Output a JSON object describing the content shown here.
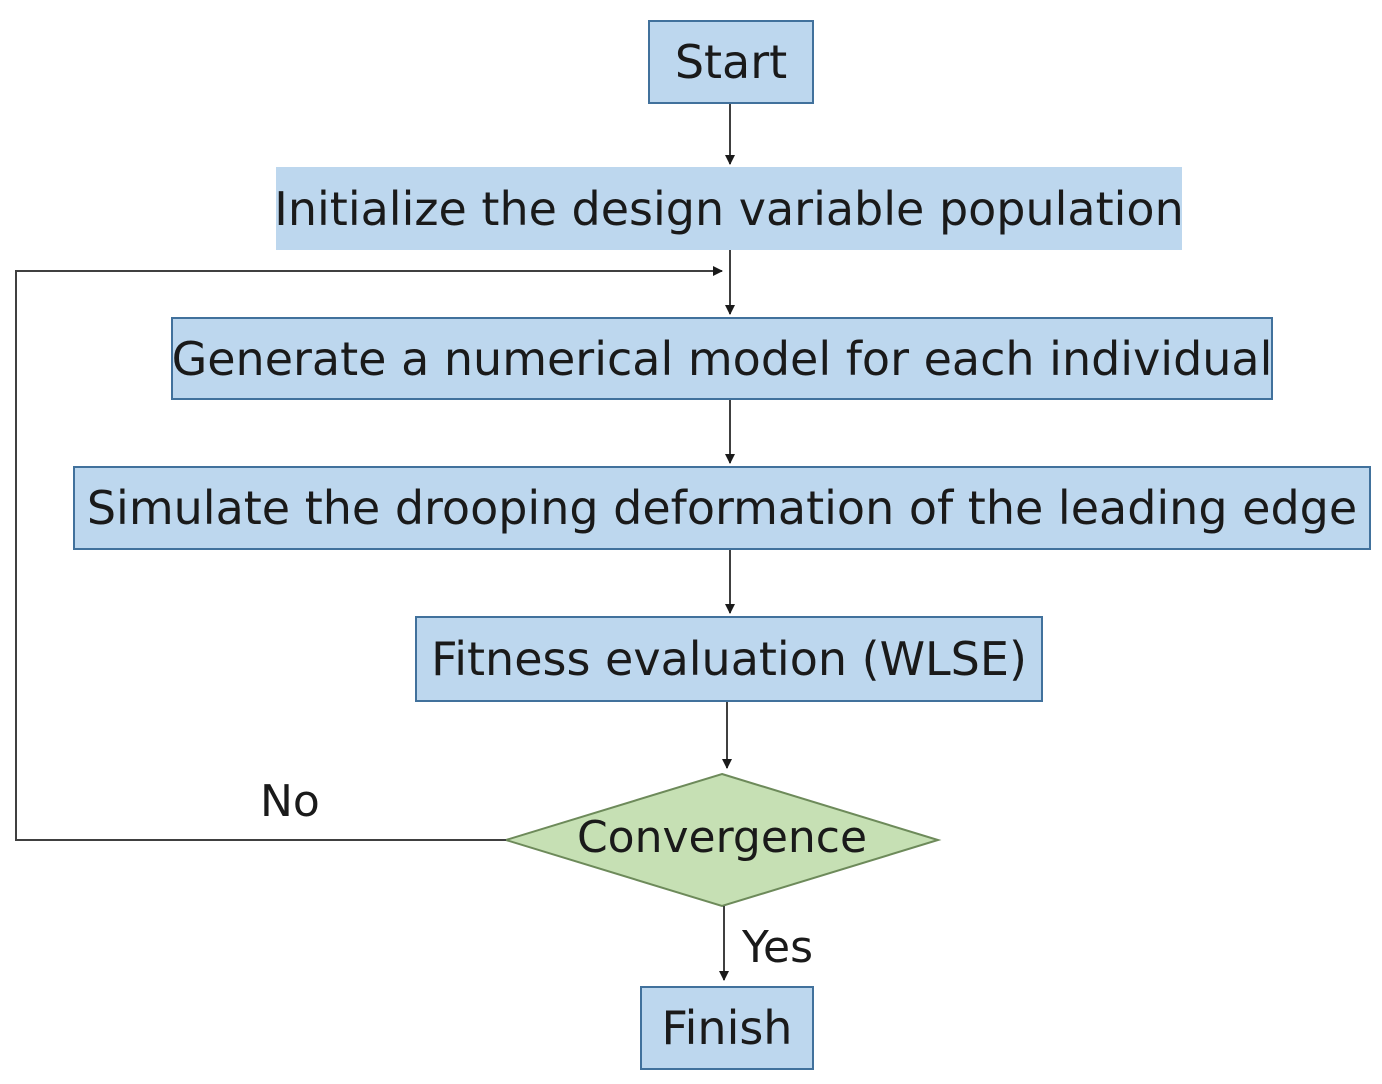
{
  "flowchart": {
    "start": "Start",
    "init": "Initialize the design variable population",
    "generate": "Generate a numerical model for each individual",
    "simulate": "Simulate the drooping deformation of the leading edge",
    "fitness": "Fitness evaluation (WLSE)",
    "decision": "Convergence",
    "no_label": "No",
    "yes_label": "Yes",
    "finish": "Finish"
  },
  "colors": {
    "box_fill": "#bdd7ee",
    "box_border": "#41719c",
    "diamond_fill": "#c6e0b4",
    "diamond_border": "#6d8a5a",
    "connector": "#404040"
  }
}
